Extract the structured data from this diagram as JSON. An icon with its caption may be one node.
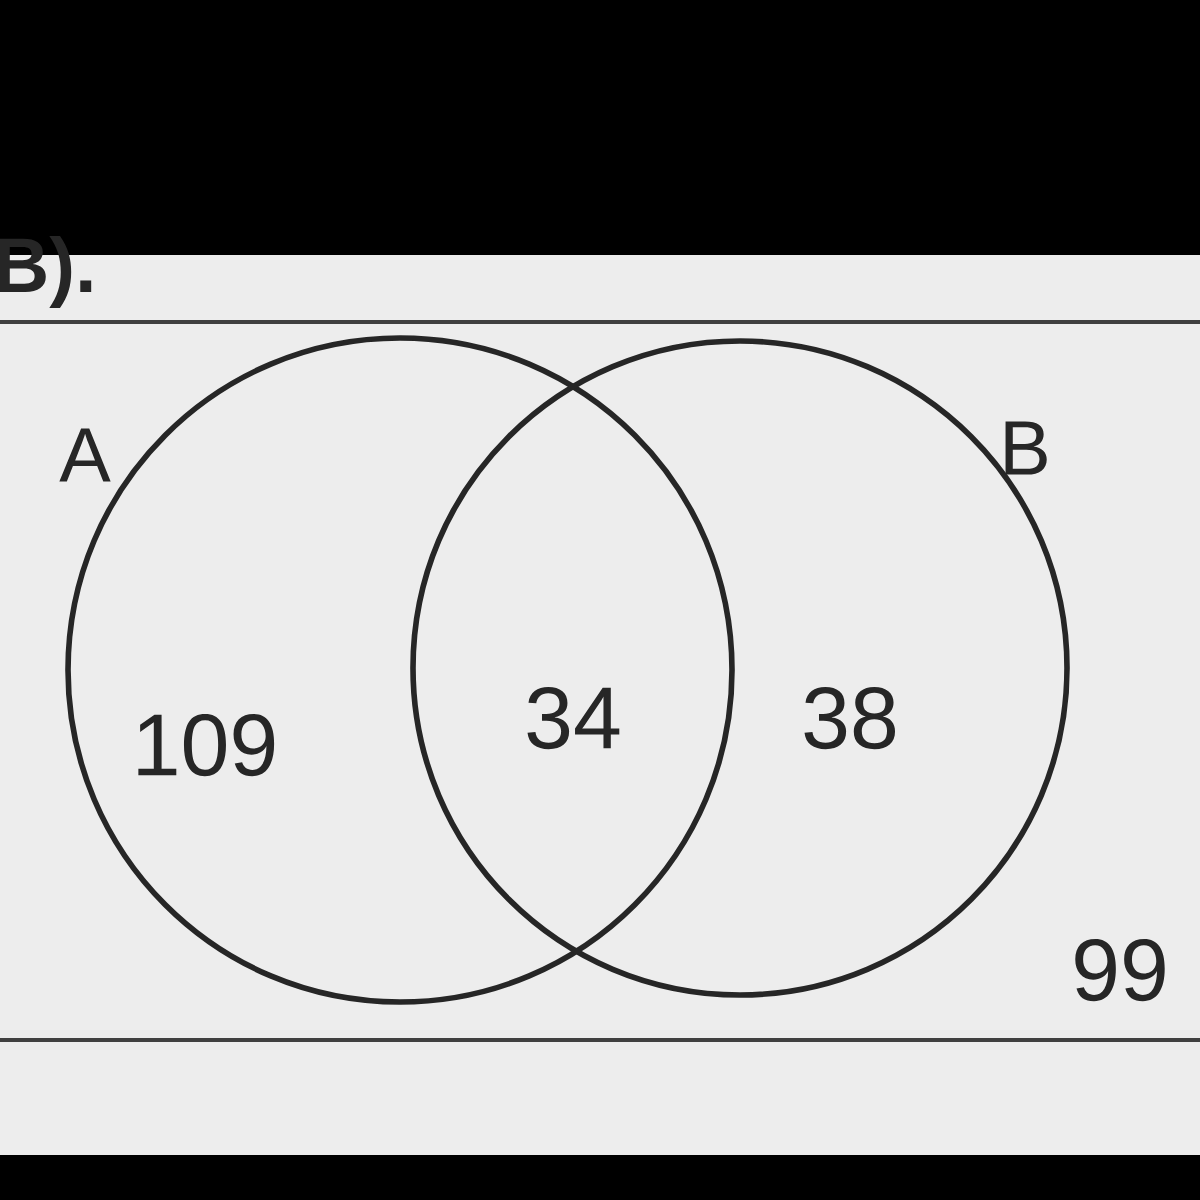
{
  "diagram": {
    "nodes": [
      {
        "text": [
          "A",
          "109"
        ]
      },
      {
        "text": [
          "B",
          "38"
        ]
      }
    ],
    "labels": [
      "B).",
      "34",
      "99"
    ]
  }
}
